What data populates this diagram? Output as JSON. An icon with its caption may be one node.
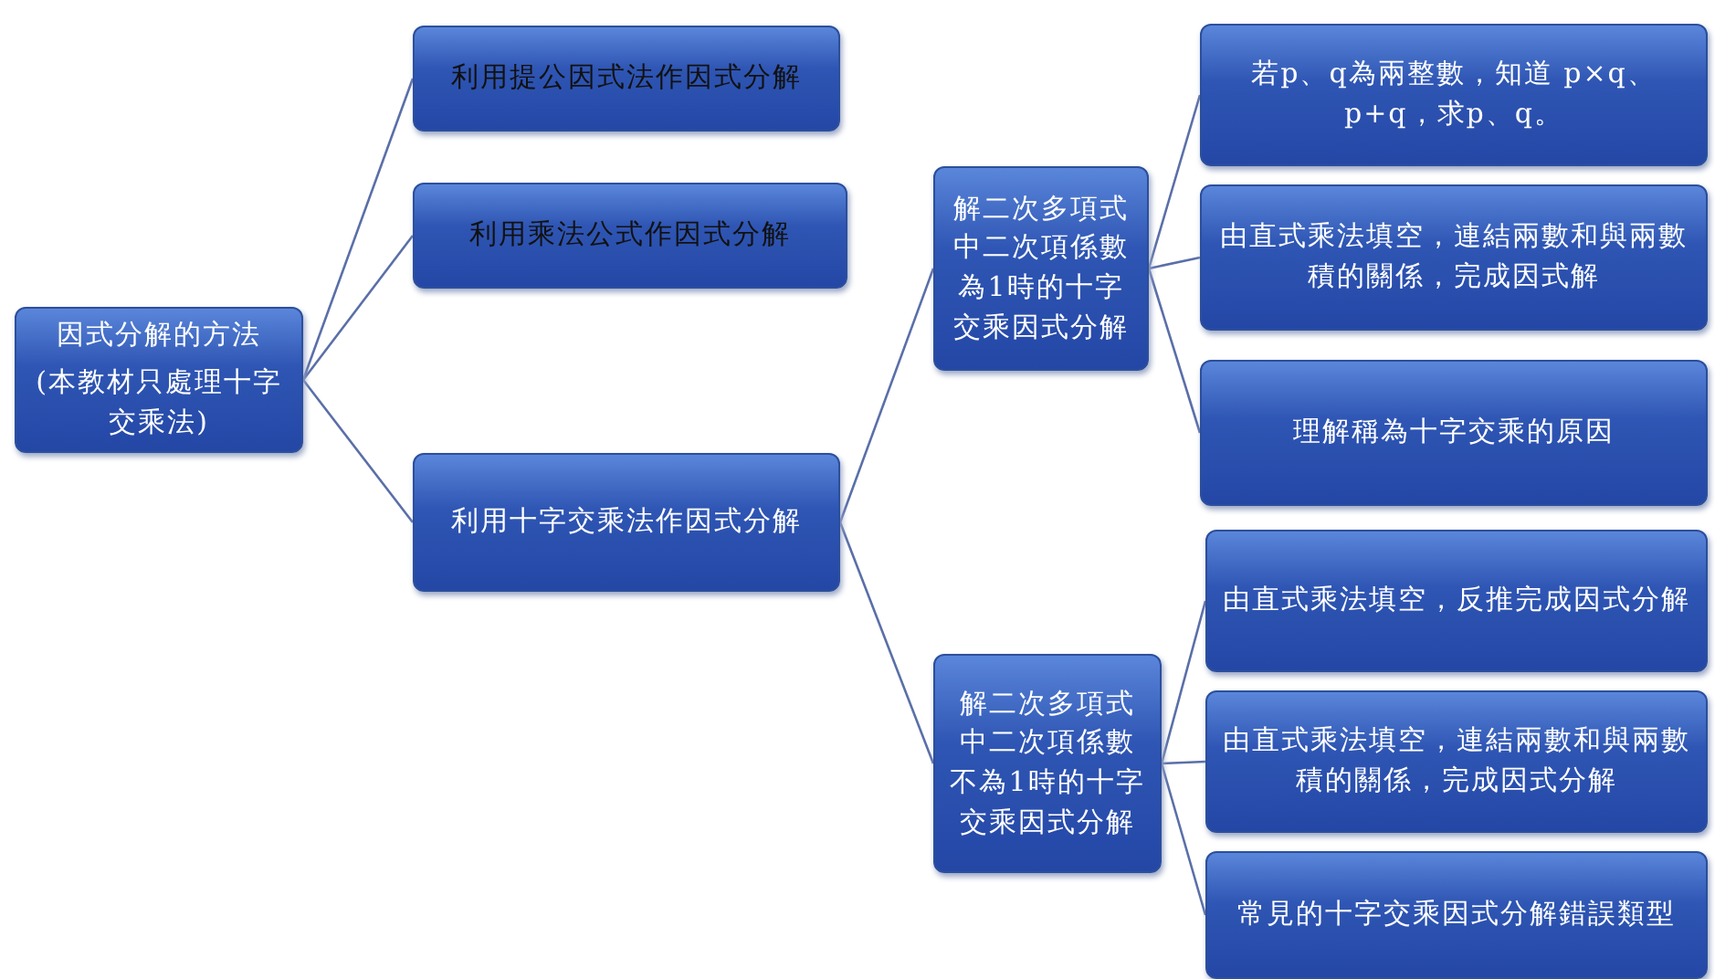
{
  "diagram": {
    "nodes": [
      {
        "text": [
          "因式分解的方法",
          "(本教材只處理十字交乘法)"
        ]
      },
      {
        "text": [
          "利用提公因式法作因式分解"
        ]
      },
      {
        "text": [
          "利用乘法公式作因式分解"
        ]
      },
      {
        "text": [
          "利用十字交乘法作因式分解"
        ]
      },
      {
        "text": [
          "解二次多項式中二次項係數為1時的十字交乘因式分解"
        ]
      },
      {
        "text": [
          "若p、q為兩整數，知道 p×q、p+q，求p、q。"
        ]
      },
      {
        "text": [
          "由直式乘法填空，連結兩數和與兩數積的關係，完成因式解"
        ]
      },
      {
        "text": [
          "理解稱為十字交乘的原因"
        ]
      },
      {
        "text": [
          "解二次多項式中二次項係數不為1時的十字交乘因式分解"
        ]
      },
      {
        "text": [
          "由直式乘法填空，反推完成因式分解"
        ]
      },
      {
        "text": [
          "由直式乘法填空，連結兩數和與兩數積的關係，完成因式分解"
        ]
      },
      {
        "text": [
          "常見的十字交乘因式分解錯誤類型"
        ]
      }
    ],
    "edges": [
      {
        "from": 0,
        "to": 1,
        "arrow": "none"
      },
      {
        "from": 0,
        "to": 2,
        "arrow": "none"
      },
      {
        "from": 0,
        "to": 3,
        "arrow": "none"
      },
      {
        "from": 3,
        "to": 4,
        "arrow": "none"
      },
      {
        "from": 3,
        "to": 8,
        "arrow": "none"
      },
      {
        "from": 4,
        "to": 5,
        "arrow": "none"
      },
      {
        "from": 4,
        "to": 6,
        "arrow": "none"
      },
      {
        "from": 4,
        "to": 7,
        "arrow": "none"
      },
      {
        "from": 8,
        "to": 9,
        "arrow": "none"
      },
      {
        "from": 8,
        "to": 10,
        "arrow": "none"
      },
      {
        "from": 8,
        "to": 11,
        "arrow": "none"
      }
    ]
  }
}
